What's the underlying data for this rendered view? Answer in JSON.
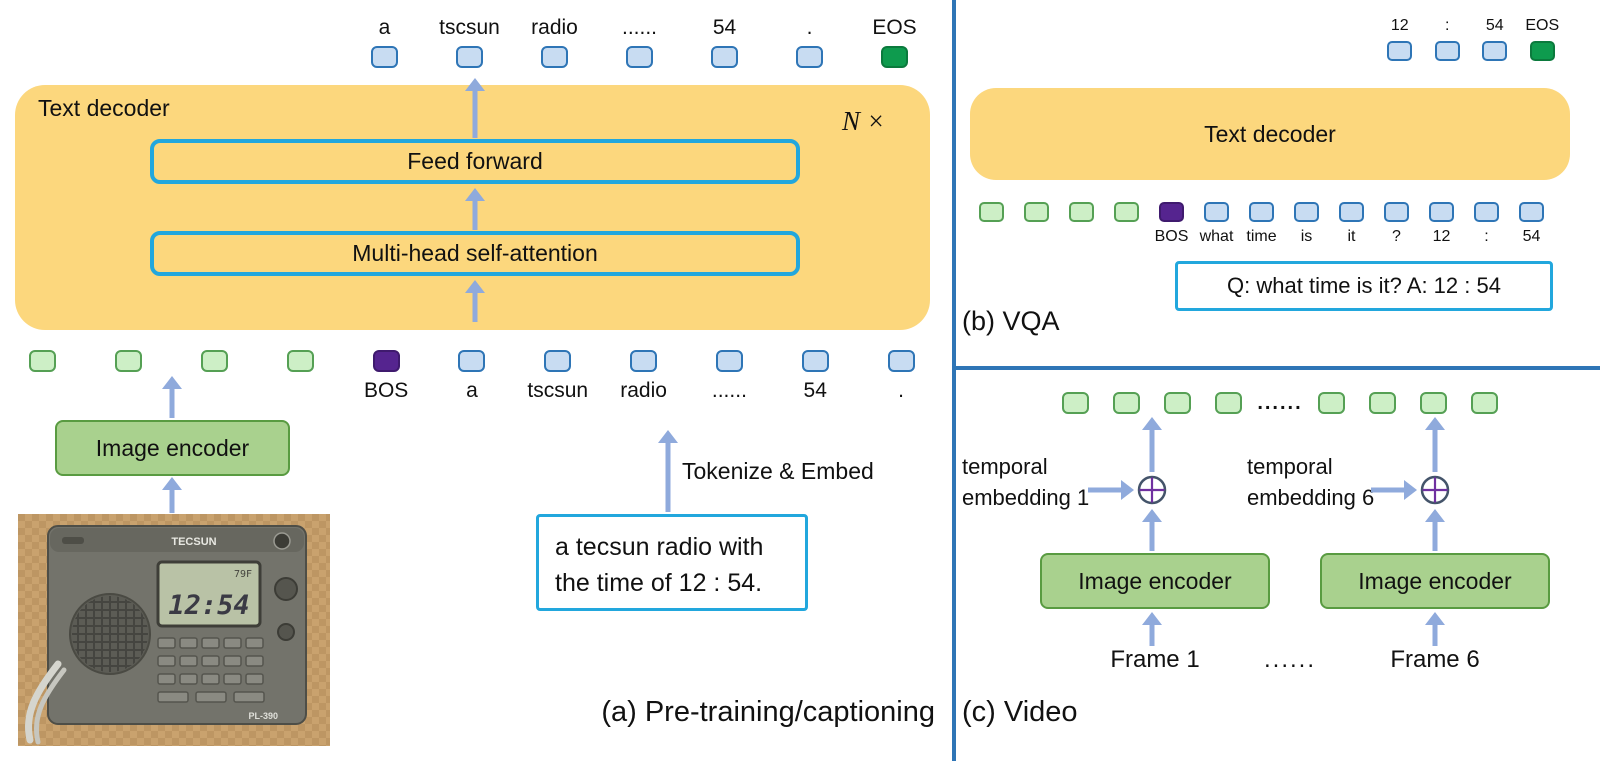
{
  "colors": {
    "decoder_fill": "#FCD77D",
    "cyan_border": "#22A7DD",
    "token_blue_fill": "#C8DCF2",
    "token_blue_border": "#2E75B6",
    "token_green_fill": "#CDEFC6",
    "token_green_border": "#55A054",
    "bos_fill": "#55248F",
    "eos_fill": "#0E9B4E",
    "arrow": "#8FAADC",
    "divider": "#2E75B6",
    "encoder_fill": "#A9D18E"
  },
  "panel_a": {
    "caption": "(a) Pre-training/captioning",
    "decoder_label": "Text decoder",
    "repeat_label": "N ×",
    "feed_forward_label": "Feed forward",
    "self_attention_label": "Multi-head self-attention",
    "image_encoder_label": "Image encoder",
    "tokenize_label": "Tokenize & Embed",
    "source_text": [
      "a tecsun radio with",
      "the time of 12 : 54."
    ],
    "output_tokens": [
      {
        "t": "blue",
        "label": "a"
      },
      {
        "t": "blue",
        "label": "tscsun"
      },
      {
        "t": "blue",
        "label": "radio"
      },
      {
        "t": "blue",
        "label": "......"
      },
      {
        "t": "blue",
        "label": "54"
      },
      {
        "t": "blue",
        "label": "."
      },
      {
        "t": "eos",
        "label": "EOS"
      }
    ],
    "input_tokens": [
      {
        "t": "green",
        "label": ""
      },
      {
        "t": "green",
        "label": ""
      },
      {
        "t": "green",
        "label": ""
      },
      {
        "t": "green",
        "label": ""
      },
      {
        "t": "bos",
        "label": "BOS"
      },
      {
        "t": "blue",
        "label": "a"
      },
      {
        "t": "blue",
        "label": "tscsun"
      },
      {
        "t": "blue",
        "label": "radio"
      },
      {
        "t": "blue",
        "label": "......"
      },
      {
        "t": "blue",
        "label": "54"
      },
      {
        "t": "blue",
        "label": "."
      }
    ],
    "photo": {
      "brand": "TECSUN",
      "model": "PL-390",
      "display_time": "12:54",
      "display_temp": "79F"
    }
  },
  "panel_b": {
    "caption": "(b) VQA",
    "decoder_label": "Text decoder",
    "qa_text": "Q: what time is it? A: 12 : 54",
    "output_tokens": [
      {
        "t": "blue",
        "label": "12"
      },
      {
        "t": "blue",
        "label": ":"
      },
      {
        "t": "blue",
        "label": "54"
      },
      {
        "t": "eos",
        "label": "EOS"
      }
    ],
    "input_tokens": [
      {
        "t": "green",
        "label": ""
      },
      {
        "t": "green",
        "label": ""
      },
      {
        "t": "green",
        "label": ""
      },
      {
        "t": "green",
        "label": ""
      },
      {
        "t": "bos",
        "label": "BOS"
      },
      {
        "t": "blue",
        "label": "what"
      },
      {
        "t": "blue",
        "label": "time"
      },
      {
        "t": "blue",
        "label": "is"
      },
      {
        "t": "blue",
        "label": "it"
      },
      {
        "t": "blue",
        "label": "?"
      },
      {
        "t": "blue",
        "label": "12"
      },
      {
        "t": "blue",
        "label": ":"
      },
      {
        "t": "blue",
        "label": "54"
      }
    ]
  },
  "panel_c": {
    "caption": "(c) Video",
    "tokens": [
      {
        "t": "green",
        "label": ""
      },
      {
        "t": "green",
        "label": ""
      },
      {
        "t": "green",
        "label": ""
      },
      {
        "t": "green",
        "label": ""
      },
      {
        "t": "dots",
        "label": "......"
      },
      {
        "t": "green",
        "label": ""
      },
      {
        "t": "green",
        "label": ""
      },
      {
        "t": "green",
        "label": ""
      },
      {
        "t": "green",
        "label": ""
      }
    ],
    "temporal_left": [
      "temporal",
      "embedding 1"
    ],
    "temporal_right": [
      "temporal",
      "embedding 6"
    ],
    "encoder_label_left": "Image encoder",
    "encoder_label_right": "Image encoder",
    "frame_left": "Frame 1",
    "frames_ellipsis": "......",
    "frame_right": "Frame 6"
  }
}
